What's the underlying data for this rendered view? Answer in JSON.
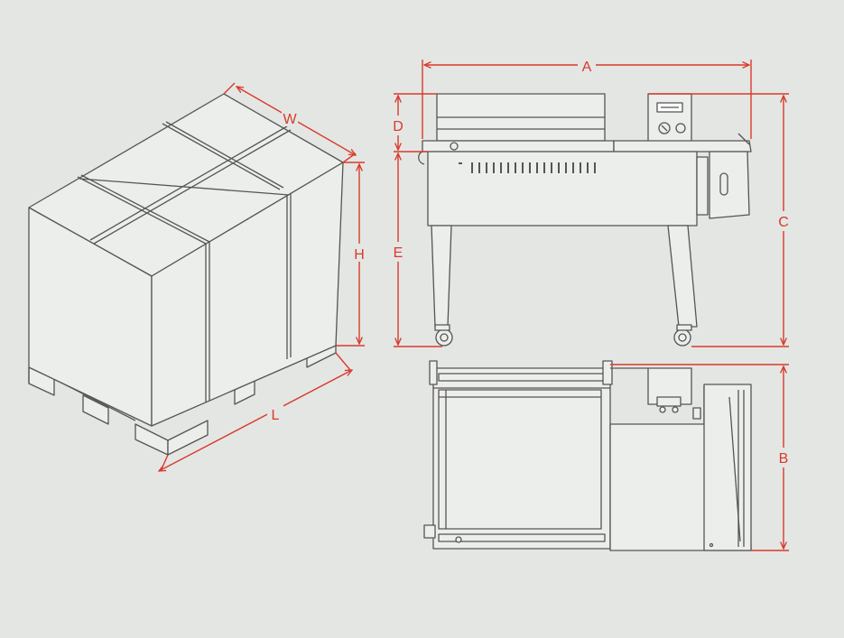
{
  "labels": {
    "w": "W",
    "h": "H",
    "l": "L",
    "a": "A",
    "b": "B",
    "c": "C",
    "d": "D",
    "e": "E"
  },
  "colors": {
    "background": "#e4e6e3",
    "line": "#555555",
    "fill_light": "#eceeeb",
    "dimension": "#d83a2c"
  }
}
